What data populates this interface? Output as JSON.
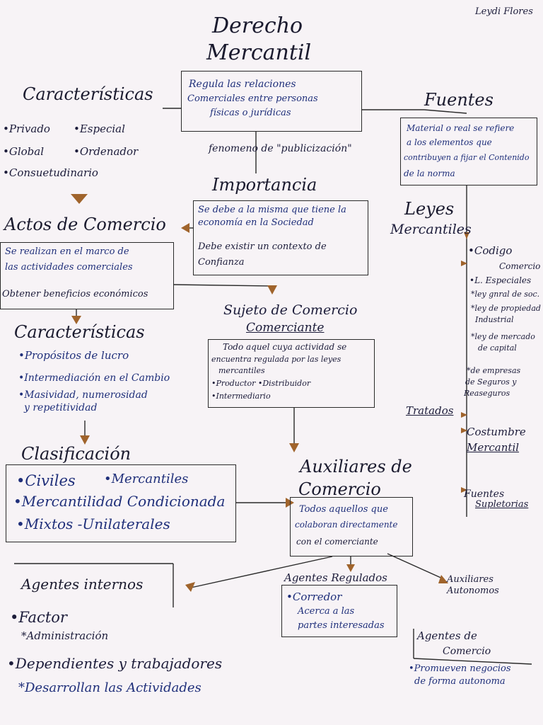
{
  "author": "Leydi Flores",
  "title_line1": "Derecho",
  "title_line2": "Mercantil",
  "center_box": {
    "lines": [
      "Regula las relaciones",
      "Comerciales entre personas",
      "físicas o jurídicas"
    ]
  },
  "fenomeno": "fenomeno de \"publicización\"",
  "caracteristicas": {
    "heading": "Características",
    "items": [
      "•Privado",
      "•Especial",
      "•Global",
      "•Ordenador",
      "•Consuetudinario"
    ]
  },
  "importancia": {
    "heading": "Importancia",
    "line1": "Se debe a la misma que tiene la",
    "line2": "economía en la Sociedad",
    "line3": "Debe existir un contexto de",
    "line4": "Confianza"
  },
  "fuentes": {
    "heading": "Fuentes",
    "lines": [
      "Material o real se refiere",
      "a los elementos que",
      "contribuyen a fijar el Contenido",
      "de la norma"
    ]
  },
  "leyes": {
    "heading1": "Leyes",
    "heading2": "Mercantiles",
    "codigo1": "•Codigo",
    "codigo2": "Comercio",
    "especiales": "•L. Especiales",
    "items": [
      "*ley gnral de soc.",
      "*ley de propiedad",
      "Industrial",
      "*ley de mercado",
      "de capital",
      "*de empresas",
      "de Seguros y",
      "Reaseguros"
    ]
  },
  "tratados": "Tratados",
  "costumbre": {
    "line1": "Costumbre",
    "line2": "Mercantil"
  },
  "supletorias": {
    "line1": "Fuentes",
    "line2": "Supletorias"
  },
  "actos": {
    "heading": "Actos de Comercio",
    "line1": "Se realizan en el marco de",
    "line2": "las actividades comerciales",
    "line3": "Obtener beneficios económicos"
  },
  "sujeto": {
    "heading1": "Sujeto de Comercio",
    "heading2": "Comerciante",
    "lines": [
      "Todo aquel cuya actividad se",
      "encuentra regulada por las leyes",
      "mercantiles"
    ],
    "items1": "•Productor  •Distribuidor",
    "items2": "•Intermediario"
  },
  "caracteristicas2": {
    "heading": "Características",
    "items": [
      "•Propósitos de lucro",
      "•Intermediación en el Cambio",
      "•Masividad, numerosidad",
      "y repetitividad"
    ]
  },
  "clasificacion": {
    "heading": "Clasificación",
    "line1a": "•Civiles",
    "line1b": "•Mercantiles",
    "line2": "•Mercantilidad Condicionada",
    "line3": "•Mixtos -Unilaterales"
  },
  "auxiliares": {
    "heading1": "Auxiliares de",
    "heading2": "Comercio",
    "lines": [
      "Todos aquellos que",
      "colaboran directamente",
      "con el comerciante"
    ]
  },
  "agentes_internos": {
    "heading": "Agentes internos",
    "factor": "•Factor",
    "administracion": "*Administración",
    "dependientes": "•Dependientes y trabajadores",
    "desarrollan": "*Desarrollan las Actividades"
  },
  "agentes_regulados": {
    "heading": "Agentes Regulados",
    "corredor": "•Corredor",
    "line2": "Acerca a las",
    "line3": "partes interesadas"
  },
  "auxiliares_autonomos": {
    "line1": "Auxiliares",
    "line2": "Autonomos"
  },
  "agentes_comercio": {
    "heading1": "Agentes de",
    "heading2": "Comercio",
    "line1": "•Promueven negocios",
    "line2": "de forma autonoma"
  },
  "colors": {
    "ink": "#1c1c3a",
    "blue_ink": "#1f2f7a",
    "arrow": "#a0642c",
    "paper": "#f7f3f6"
  }
}
